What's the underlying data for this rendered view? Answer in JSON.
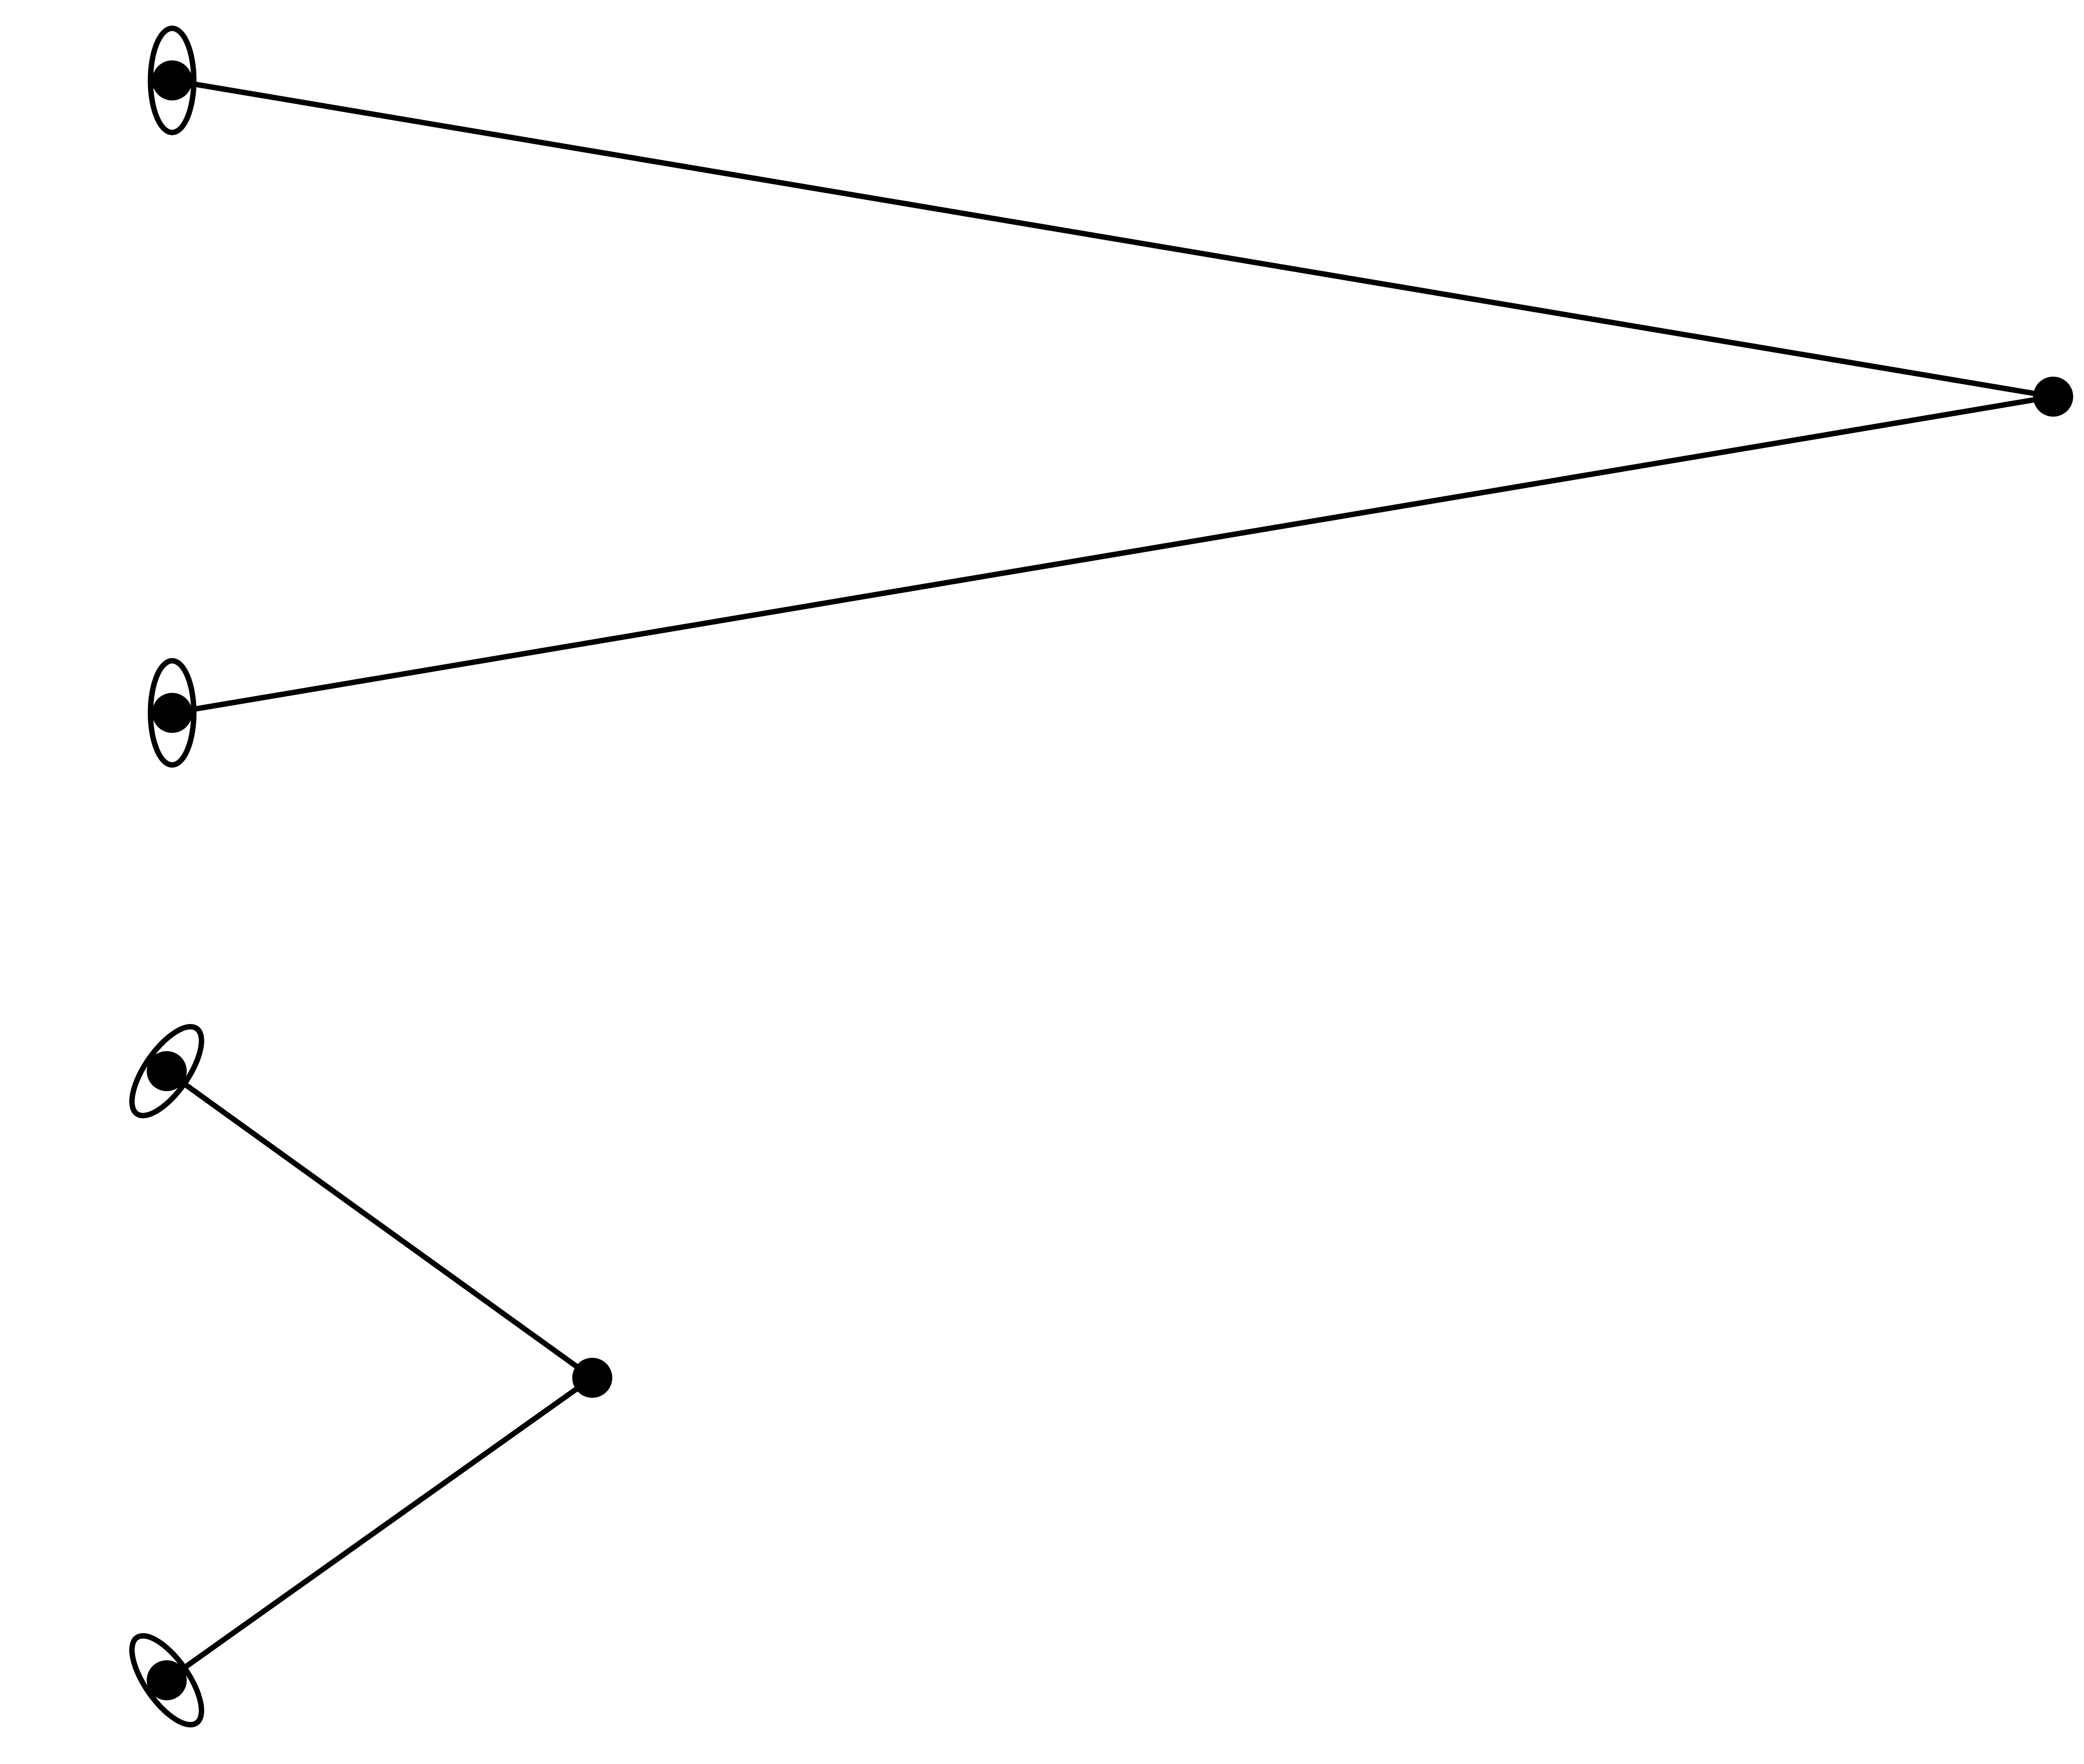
{
  "diagram": {
    "type": "graph",
    "labels": [],
    "style": {
      "stroke_color": "#000000",
      "node_color": "#000000",
      "background": "#ffffff"
    },
    "components": [
      {
        "id": "top-component",
        "nodes": [
          {
            "id": "a1",
            "self_loop": true
          },
          {
            "id": "a2",
            "self_loop": true
          },
          {
            "id": "a3",
            "self_loop": false
          }
        ],
        "edges": [
          {
            "from": "a1",
            "to": "a3"
          },
          {
            "from": "a2",
            "to": "a3"
          }
        ]
      },
      {
        "id": "bottom-component",
        "nodes": [
          {
            "id": "b1",
            "self_loop": true
          },
          {
            "id": "b2",
            "self_loop": true
          },
          {
            "id": "b3",
            "self_loop": false
          }
        ],
        "edges": [
          {
            "from": "b1",
            "to": "b3"
          },
          {
            "from": "b2",
            "to": "b3"
          }
        ]
      }
    ]
  }
}
